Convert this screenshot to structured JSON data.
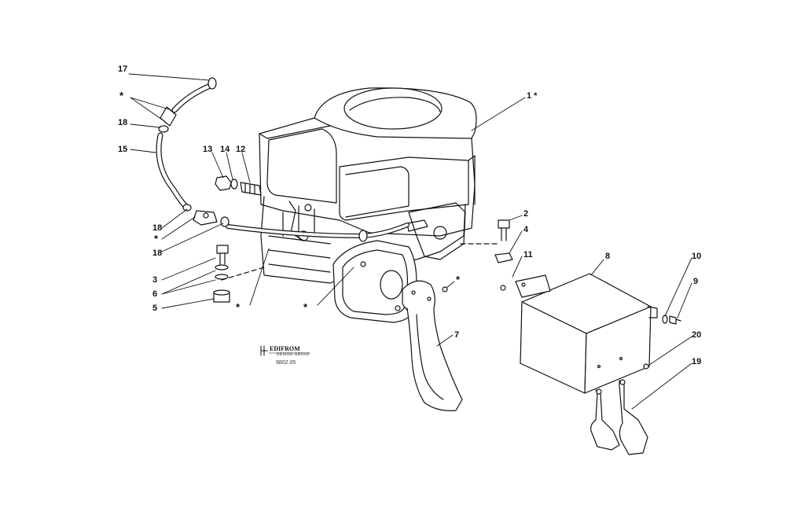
{
  "colors": {
    "line": "#111111",
    "background": "#ffffff"
  },
  "callouts": [
    {
      "id": "17",
      "text": "17"
    },
    {
      "id": "star-hose",
      "text": "*"
    },
    {
      "id": "18-top",
      "text": "18"
    },
    {
      "id": "15",
      "text": "15"
    },
    {
      "id": "13",
      "text": "13"
    },
    {
      "id": "14",
      "text": "14"
    },
    {
      "id": "12",
      "text": "12"
    },
    {
      "id": "18-mid",
      "text": "18"
    },
    {
      "id": "star-mid",
      "text": "*"
    },
    {
      "id": "18-low",
      "text": "18"
    },
    {
      "id": "3",
      "text": "3"
    },
    {
      "id": "6",
      "text": "6"
    },
    {
      "id": "5",
      "text": "5"
    },
    {
      "id": "star-bottom-left",
      "text": "*"
    },
    {
      "id": "star-bottom-center",
      "text": "*"
    },
    {
      "id": "1",
      "text": "1 *"
    },
    {
      "id": "2",
      "text": "2"
    },
    {
      "id": "4",
      "text": "4"
    },
    {
      "id": "11",
      "text": "11"
    },
    {
      "id": "star-screw",
      "text": "*"
    },
    {
      "id": "7",
      "text": "7"
    },
    {
      "id": "8",
      "text": "8"
    },
    {
      "id": "10",
      "text": "10"
    },
    {
      "id": "9",
      "text": "9"
    },
    {
      "id": "20",
      "text": "20"
    },
    {
      "id": "19",
      "text": "19"
    }
  ],
  "logo": {
    "brand": "EDIFROM",
    "tagline": "DESIGN GROUP",
    "code": "9802.05"
  }
}
